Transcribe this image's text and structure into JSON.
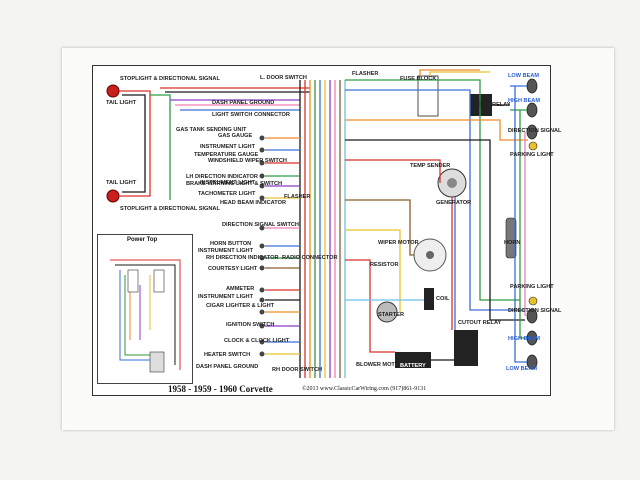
{
  "title": "1958 - 1959 - 1960 Corvette",
  "copyright": "©2013 www.ClassicCarWiring.com (917)861-9131",
  "power_top": {
    "title": "Power Top"
  },
  "labels": {
    "stoplight_directional_top": "STOPLIGHT & DIRECTIONAL SIGNAL",
    "tail_light_top": "TAIL LIGHT",
    "tail_light_bottom": "TAIL LIGHT",
    "stoplight_directional_bottom": "STOPLIGHT & DIRECTIONAL SIGNAL",
    "l_door_switch": "L. DOOR SWITCH",
    "dash_panel_ground_top": "DASH PANEL GROUND",
    "light_switch_connector": "LIGHT SWITCH CONNECTOR",
    "gas_tank_sending_unit": "GAS TANK SENDING UNIT",
    "gas_gauge": "GAS GAUGE",
    "instrument_light_1": "INSTRUMENT LIGHT",
    "temperature_gauge": "TEMPERATURE GAUGE",
    "windshield_wiper_switch": "WINDSHIELD WIPER SWITCH",
    "instrument_light_2": "INSTRUMENT LIGHT",
    "lh_direction_indicator": "LH DIRECTION INDICATOR",
    "brake_warning_light": "BRAKE WARNING LIGHT & SWITCH",
    "tachometer_light": "TACHOMETER LIGHT",
    "head_beam_indicator": "HEAD BEAM INDICATOR",
    "flasher_top": "FLASHER",
    "flasher_mid": "FLASHER",
    "direction_signal_switch": "DIRECTION SIGNAL SWITCH",
    "horn_button": "HORN BUTTON",
    "instrument_light_3": "INSTRUMENT LIGHT",
    "rh_direction_indicator": "RH DIRECTION INDICATOR",
    "courtesy_light": "COURTESY LIGHT",
    "radio_connector": "RADIO CONNECTOR",
    "resistor": "RESISTOR",
    "ammeter": "AMMETER",
    "instrument_light_4": "INSTRUMENT LIGHT",
    "cigar_lighter": "CIGAR LIGHTER & LIGHT",
    "ignition_switch": "IGNITION SWITCH",
    "clock_light": "CLOCK & CLOCK LIGHT",
    "heater_switch": "HEATER SWITCH",
    "dash_panel_ground_bottom": "DASH PANEL GROUND",
    "rh_door_switch": "RH DOOR SWITCH",
    "blower_motor": "BLOWER MOTOR",
    "battery": "BATTERY",
    "coil": "COIL",
    "starter": "STARTER",
    "cutout_relay": "CUTOUT RELAY",
    "wiper_motor": "WIPER MOTOR",
    "temp_sender": "TEMP SENDER",
    "generator": "GENERATOR",
    "horn_relay": "HORN RELAY",
    "horn": "HORN",
    "low_beam_top": "LOW BEAM",
    "high_beam_top": "HIGH BEAM",
    "direction_signal_right_top": "DIRECTION SIGNAL",
    "parking_light_top": "PARKING LIGHT",
    "parking_light_bottom": "PARKING LIGHT",
    "direction_signal_right_bottom": "DIRECTION SIGNAL",
    "high_beam_bottom": "HIGH BEAM",
    "low_beam_bottom": "LOW BEAM",
    "fuse_block": "FUSE BLOCK"
  },
  "colors": {
    "red": "#d8322a",
    "black": "#1a1a1a",
    "green": "#2f9a45",
    "blue": "#3a6fd8",
    "orange": "#f08a2a",
    "yellow": "#e8c22a",
    "purple": "#8a3fc8",
    "pink": "#f07fb0",
    "brown": "#8a5a2a",
    "tan": "#d4b48a",
    "gray": "#9a9a9a",
    "lightblue": "#6ec0e8",
    "teal": "#2aa8a0"
  }
}
